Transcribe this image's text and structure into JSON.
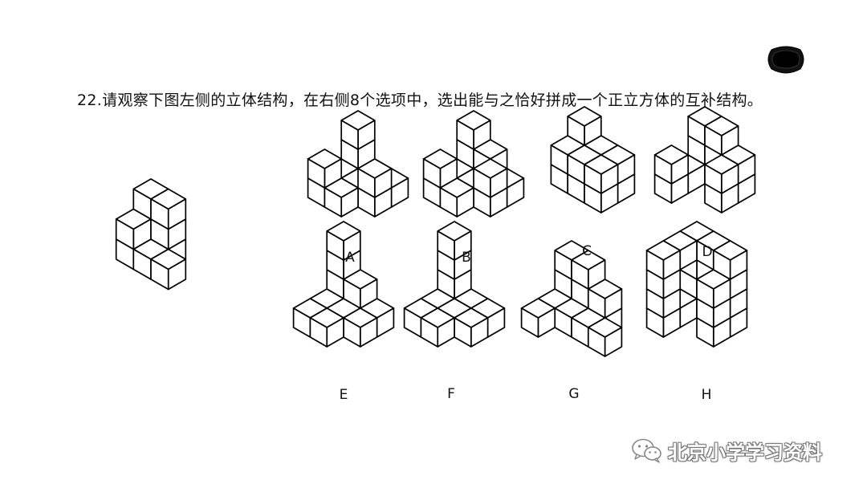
{
  "question": "22.请观察下图左侧的立体结构，在右侧8个选项中，选出能与之恰好拼成一个正立方体的互补结构。",
  "options": [
    "A",
    "B",
    "C",
    "D",
    "E",
    "F",
    "G",
    "H"
  ],
  "watermark": "北京小学学习资料",
  "wechat_icon": "wechat-icon",
  "redacted_badge": "redacted-page-number"
}
